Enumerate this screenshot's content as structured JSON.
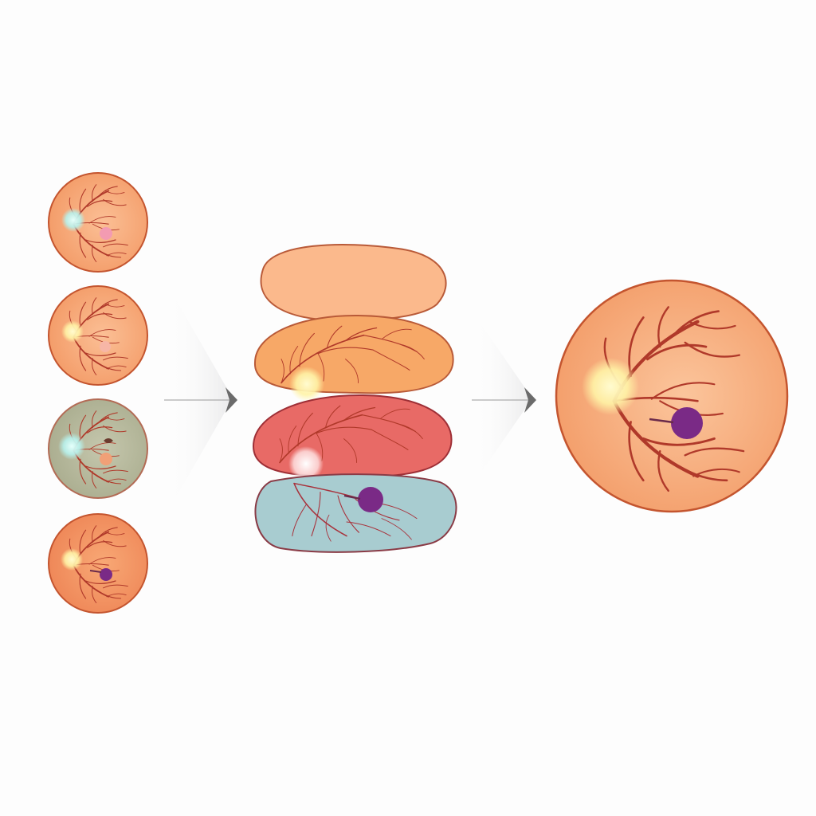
{
  "colors": {
    "background": "#fdfdfd",
    "vessel": "#b0392a",
    "outline": "#c4552f",
    "fundus_orange": "#f5a070",
    "fundus_orange_light": "#fbc29a",
    "fundus_grey_green": "#b3b699",
    "layer_peach": "#fbb98c",
    "layer_orange": "#f7a867",
    "layer_red": "#e86a66",
    "layer_blue": "#a8ccd0",
    "optic_disc_yellow": "#fff3a6",
    "optic_disc_cyan": "#b7f1ec",
    "lesion_pink": "#f39bb2",
    "lesion_purple": "#7a2a86",
    "arrow": "#7b7b7b"
  },
  "inputs": [
    {
      "icon": "fundus-image-icon",
      "tint": "orange",
      "disc": "cyan",
      "lesion": "pink"
    },
    {
      "icon": "fundus-image-icon",
      "tint": "orange",
      "disc": "yellow",
      "lesion": "pink"
    },
    {
      "icon": "fundus-image-icon",
      "tint": "grey-green",
      "disc": "cyan",
      "lesion": "brown"
    },
    {
      "icon": "fundus-image-icon",
      "tint": "orange",
      "disc": "yellow",
      "lesion": "purple"
    }
  ],
  "layers": [
    {
      "icon": "layer-plain-icon",
      "color": "peach"
    },
    {
      "icon": "layer-vessel-icon",
      "color": "orange",
      "feature": "optic-disc"
    },
    {
      "icon": "layer-vessel-icon",
      "color": "red",
      "feature": "optic-disc"
    },
    {
      "icon": "layer-vessel-icon",
      "color": "blue",
      "feature": "lesion"
    }
  ],
  "output": {
    "icon": "fused-fundus-icon",
    "tint": "orange",
    "disc": "yellow",
    "lesion": "purple"
  }
}
